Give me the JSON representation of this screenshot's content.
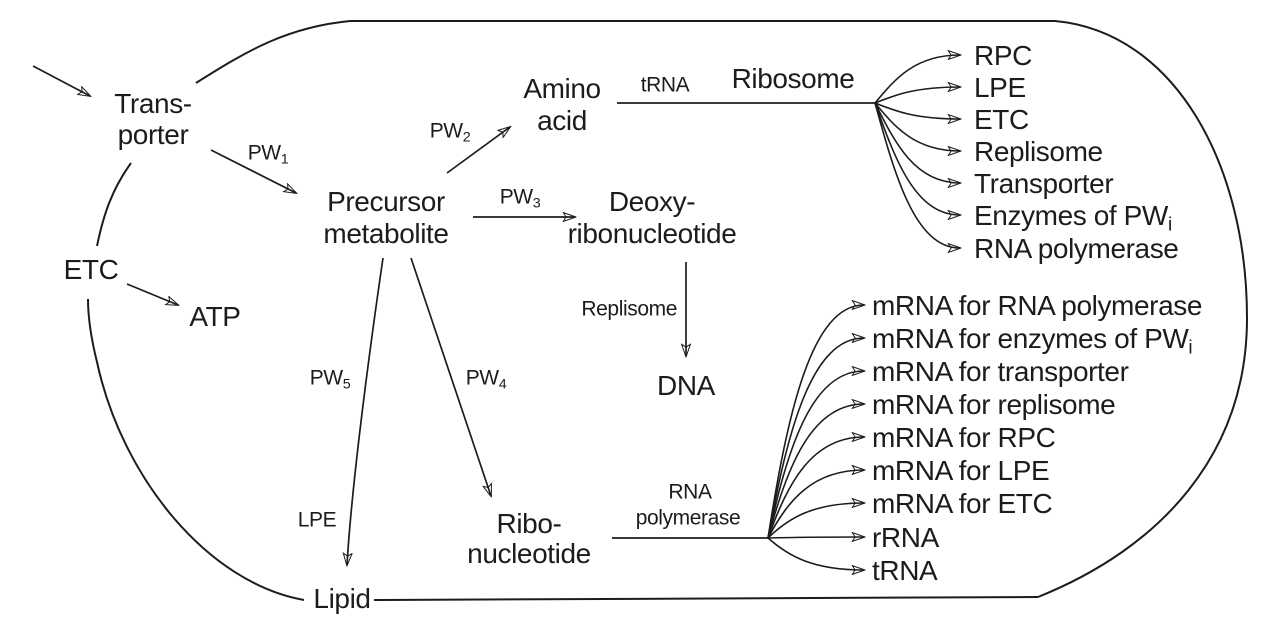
{
  "colors": {
    "background": "#ffffff",
    "ink": "#1c1c1c"
  },
  "nodes": {
    "transporter": {
      "lines": [
        "Trans-",
        "porter"
      ]
    },
    "amino_acid": {
      "lines": [
        "Amino",
        "acid"
      ]
    },
    "precursor_metabolite": {
      "lines": [
        "Precursor",
        "metabolite"
      ]
    },
    "deoxyribonucleotide": {
      "lines": [
        "Deoxy-",
        "ribonucleotide"
      ]
    },
    "ribonucleotide": {
      "lines": [
        "Ribo-",
        "nucleotide"
      ]
    },
    "dna": "DNA",
    "etc": "ETC",
    "atp": "ATP",
    "lipid": "Lipid"
  },
  "enzyme_labels": {
    "trna": "tRNA",
    "ribosome": "Ribosome",
    "replisome": "Replisome",
    "rna_polymerase": {
      "lines": [
        "RNA",
        "polymerase"
      ]
    },
    "lpe": "LPE"
  },
  "pathway_labels": {
    "pw1": {
      "main": "PW",
      "sub": "1"
    },
    "pw2": {
      "main": "PW",
      "sub": "2"
    },
    "pw3": {
      "main": "PW",
      "sub": "3"
    },
    "pw4": {
      "main": "PW",
      "sub": "4"
    },
    "pw5": {
      "main": "PW",
      "sub": "5"
    }
  },
  "ribosome_products": [
    {
      "main": "RPC",
      "sub": ""
    },
    {
      "main": "LPE",
      "sub": ""
    },
    {
      "main": "ETC",
      "sub": ""
    },
    {
      "main": "Replisome",
      "sub": ""
    },
    {
      "main": "Transporter",
      "sub": ""
    },
    {
      "main": "Enzymes of PW",
      "sub": "i"
    },
    {
      "main": "RNA polymerase",
      "sub": ""
    }
  ],
  "rna_polymerase_products": [
    {
      "main": "mRNA for RNA polymerase",
      "sub": ""
    },
    {
      "main": "mRNA for enzymes of PW",
      "sub": "i"
    },
    {
      "main": "mRNA for transporter",
      "sub": ""
    },
    {
      "main": "mRNA for replisome",
      "sub": ""
    },
    {
      "main": "mRNA for RPC",
      "sub": ""
    },
    {
      "main": "mRNA for LPE",
      "sub": ""
    },
    {
      "main": "mRNA for ETC",
      "sub": ""
    },
    {
      "main": "rRNA",
      "sub": ""
    },
    {
      "main": "tRNA",
      "sub": ""
    }
  ]
}
